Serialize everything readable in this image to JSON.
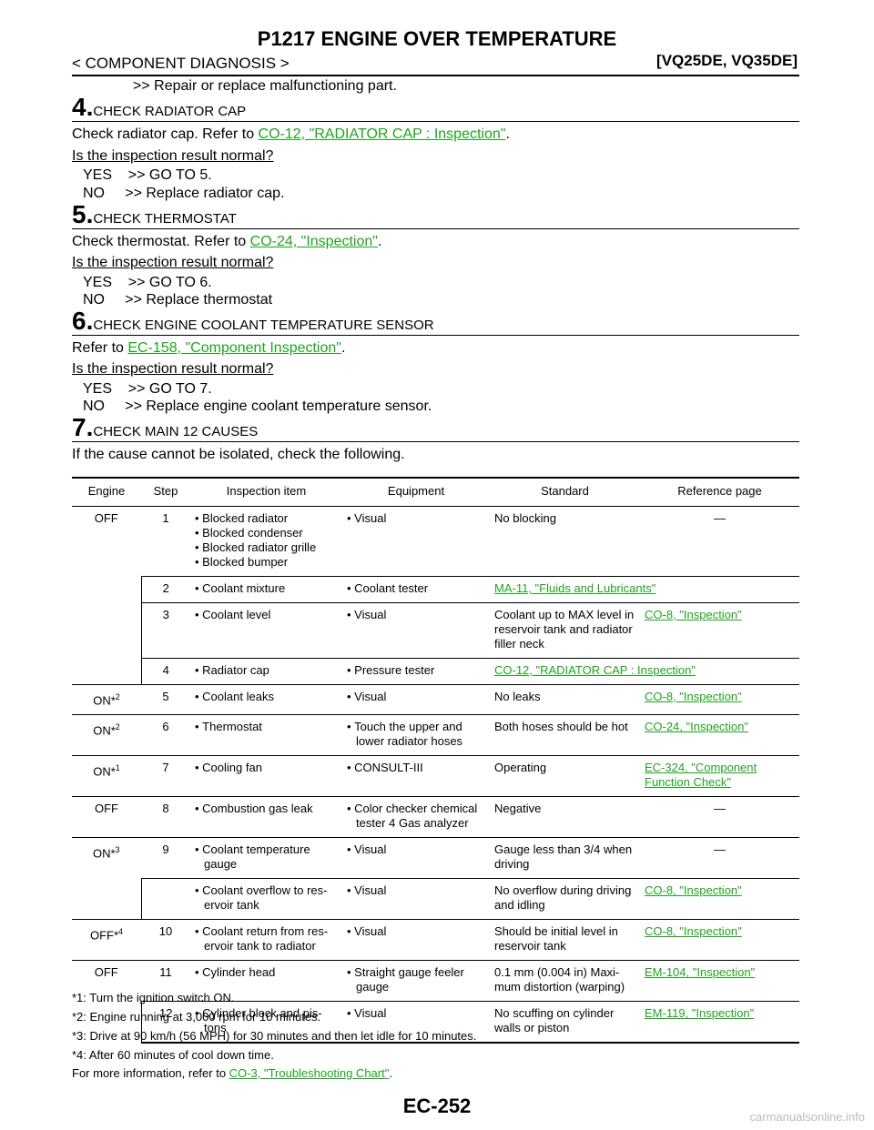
{
  "header": {
    "title": "P1217 ENGINE OVER TEMPERATURE",
    "section": "< COMPONENT DIAGNOSIS >",
    "models": "[VQ25DE, VQ35DE]"
  },
  "intro_line": ">> Repair or replace malfunctioning part.",
  "steps": [
    {
      "num": "4.",
      "title": "CHECK RADIATOR CAP",
      "line_pre": "Check radiator cap. Refer to ",
      "link": "CO-12, \"RADIATOR CAP : Inspection\"",
      "line_post": ".",
      "question": "Is the inspection result normal?",
      "yes": "YES    >> GO TO 5.",
      "no": "NO     >> Replace radiator cap."
    },
    {
      "num": "5.",
      "title": "CHECK THERMOSTAT",
      "line_pre": "Check thermostat. Refer to ",
      "link": "CO-24, \"Inspection\"",
      "line_post": ".",
      "question": "Is the inspection result normal?",
      "yes": "YES    >> GO TO 6.",
      "no": "NO     >> Replace thermostat"
    },
    {
      "num": "6.",
      "title": "CHECK ENGINE COOLANT TEMPERATURE SENSOR",
      "line_pre": "Refer to ",
      "link": "EC-158, \"Component Inspection\"",
      "line_post": ".",
      "question": "Is the inspection result normal?",
      "yes": "YES    >> GO TO 7.",
      "no": "NO     >> Replace engine coolant temperature sensor."
    },
    {
      "num": "7.",
      "title": "CHECK MAIN 12 CAUSES",
      "line_pre": "If the cause cannot be isolated, check the following."
    }
  ],
  "table": {
    "headers": [
      "Engine",
      "Step",
      "Inspection item",
      "Equipment",
      "Standard",
      "Reference page"
    ],
    "engine": [
      "OFF",
      "ON*",
      "ON*",
      "ON*",
      "OFF",
      "ON*",
      "OFF*",
      "OFF"
    ],
    "engine_sup": [
      "",
      "2",
      "2",
      "1",
      "",
      "3",
      "4",
      ""
    ],
    "steps": [
      "1",
      "2",
      "3",
      "4",
      "5",
      "6",
      "7",
      "8",
      "9",
      "",
      "10",
      "11",
      "12"
    ],
    "items": [
      "Blocked radiator",
      "Blocked condenser",
      "Blocked radiator grille",
      "Blocked bumper",
      "Coolant mixture",
      "Coolant level",
      "Radiator cap",
      "Coolant leaks",
      "Thermostat",
      "Cooling fan",
      "Combustion gas leak",
      "Coolant temperature gauge",
      "Coolant overflow to res-ervoir tank",
      "Coolant return from res-ervoir tank to radiator",
      "Cylinder head",
      "Cylinder block and pis-tons"
    ],
    "equipment": [
      "Visual",
      "Coolant tester",
      "Visual",
      "Pressure tester",
      "Visual",
      "Touch the upper and lower radiator hoses",
      "CONSULT-III",
      "Color checker chemical tester 4 Gas analyzer",
      "Visual",
      "Visual",
      "Visual",
      "Straight gauge feeler gauge",
      "Visual"
    ],
    "standard": [
      "No blocking",
      "Coolant up to MAX level in reservoir tank and radiator filler neck",
      "No leaks",
      "Both hoses should be hot",
      "Operating",
      "Negative",
      "Gauge less than 3/4 when driving",
      "No overflow during driving and idling",
      "Should be initial level in reservoir tank",
      "0.1 mm (0.004 in) Maxi-mum distortion (warping)",
      "No scuffing on cylinder walls or piston"
    ],
    "refs": [
      "—",
      "MA-11, \"Fluids and Lubricants\"",
      "CO-8, \"Inspection\"",
      "CO-12, \"RADIATOR CAP : Inspection\"",
      "CO-8, \"Inspection\"",
      "CO-24, \"Inspection\"",
      "EC-324, \"Component Function Check\"",
      "—",
      "—",
      "CO-8, \"Inspection\"",
      "CO-8, \"Inspection\"",
      "EM-104, \"Inspection\"",
      "EM-119, \"Inspection\""
    ]
  },
  "footnotes": [
    "*1: Turn the ignition switch ON.",
    "*2: Engine running at 3,000 rpm for 10 minutes.",
    "*3: Drive at 90 km/h (56 MPH) for 30 minutes and then let idle for 10 minutes.",
    "*4: After 60 minutes of cool down time."
  ],
  "more_info": {
    "pre": "For more information, refer to ",
    "link": "CO-3, \"Troubleshooting  Chart\"",
    "post": "."
  },
  "page_number": "EC-252",
  "watermark": "carmanualsonline.info"
}
